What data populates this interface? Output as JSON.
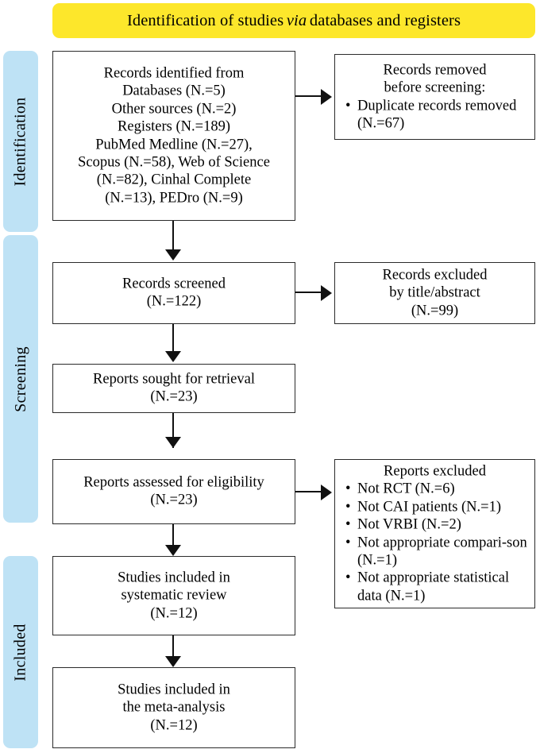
{
  "banner": {
    "text_before": "Identification of studies",
    "text_italic": "via",
    "text_after": "databases and registers"
  },
  "stages": [
    {
      "label": "Identification"
    },
    {
      "label": "Screening"
    },
    {
      "label": "Included"
    }
  ],
  "boxes": {
    "identified": {
      "lines": [
        "Records identified from",
        "Databases (N.=5)",
        "Other sources (N.=2)",
        "Registers (N.=189)",
        "PubMed Medline (N.=27),",
        "Scopus (N.=58), Web of Science",
        "(N.=82), Cinhal Complete",
        "(N.=13), PEDro (N.=9)"
      ]
    },
    "removed": {
      "heading_lines": [
        "Records removed",
        "before screening:"
      ],
      "bullets": [
        "Duplicate records removed (N.=67)"
      ]
    },
    "screened": {
      "lines": [
        "Records screened",
        "(N.=122)"
      ]
    },
    "excluded": {
      "lines": [
        "Records excluded",
        "by title/abstract",
        "(N.=99)"
      ]
    },
    "sought": {
      "lines": [
        "Reports sought for retrieval",
        "(N.=23)"
      ]
    },
    "assessed": {
      "lines": [
        "Reports assessed for eligibility",
        "(N.=23)"
      ]
    },
    "reports_excluded": {
      "heading_lines": [
        "Reports excluded"
      ],
      "bullets": [
        "Not RCT (N.=6)",
        "Not CAI patients (N.=1)",
        "Not VRBI (N.=2)",
        "Not appropriate compari-son (N.=1)",
        "Not appropriate statistical data (N.=1)"
      ]
    },
    "systematic": {
      "lines": [
        "Studies included in",
        "systematic review",
        "(N.=12)"
      ]
    },
    "meta": {
      "lines": [
        "Studies included in",
        "the meta-analysis",
        "(N.=12)"
      ]
    }
  },
  "colors": {
    "banner_background": "#FDE72B",
    "stage_background": "#BEE2F5",
    "box_border": "#2B2B2B",
    "arrow": "#111111"
  }
}
